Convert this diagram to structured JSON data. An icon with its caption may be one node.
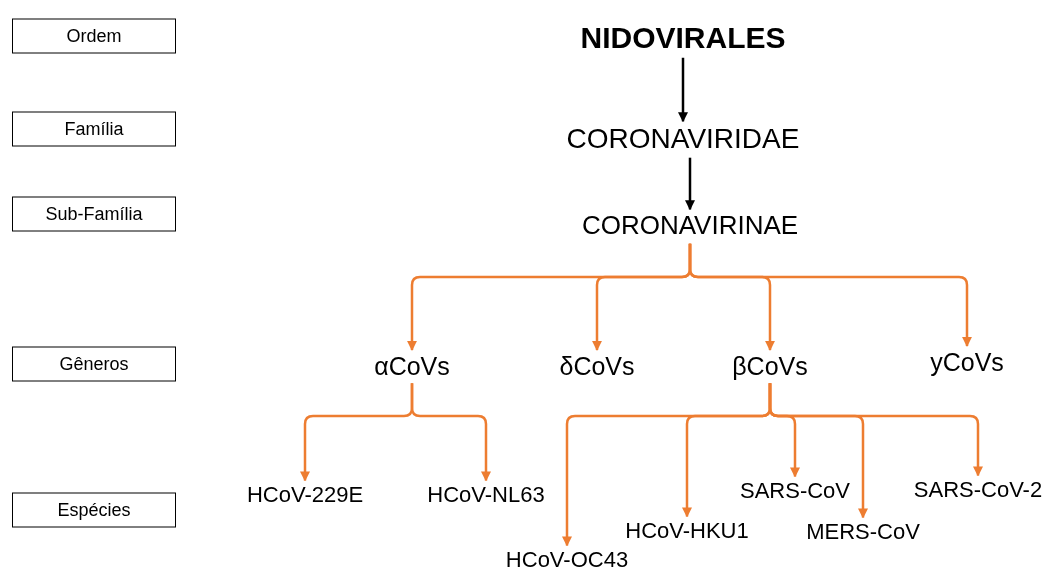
{
  "diagram": {
    "nodes": [
      {
        "text": [
          "Ordem"
        ]
      },
      {
        "text": [
          "Família"
        ]
      },
      {
        "text": [
          "Sub-Família"
        ]
      },
      {
        "text": [
          "Gêneros"
        ]
      },
      {
        "text": [
          "Espécies"
        ]
      },
      {
        "text": [
          "NIDOVIRALES"
        ]
      },
      {
        "text": [
          "CORONAVIRIDAE"
        ]
      },
      {
        "text": [
          "CORONAVIRINAE"
        ]
      },
      {
        "text": [
          "αCoVs"
        ]
      },
      {
        "text": [
          "δCoVs"
        ]
      },
      {
        "text": [
          "βCoVs"
        ]
      },
      {
        "text": [
          "yCoVs"
        ]
      },
      {
        "text": [
          "HCoV-229E"
        ]
      },
      {
        "text": [
          "HCoV-NL63"
        ]
      },
      {
        "text": [
          "HCoV-OC43"
        ]
      },
      {
        "text": [
          "HCoV-HKU1"
        ]
      },
      {
        "text": [
          "SARS-CoV"
        ]
      },
      {
        "text": [
          "MERS-CoV"
        ]
      },
      {
        "text": [
          "SARS-CoV-2"
        ]
      }
    ],
    "edges": [
      {
        "from": 5,
        "to": 6,
        "arrow": "to",
        "color": "#000000"
      },
      {
        "from": 6,
        "to": 7,
        "arrow": "to",
        "color": "#000000"
      },
      {
        "from": 7,
        "to": 8,
        "arrow": "to"
      },
      {
        "from": 7,
        "to": 9,
        "arrow": "to"
      },
      {
        "from": 7,
        "to": 10,
        "arrow": "to"
      },
      {
        "from": 7,
        "to": 11,
        "arrow": "to"
      },
      {
        "from": 8,
        "to": 12,
        "arrow": "to"
      },
      {
        "from": 8,
        "to": 13,
        "arrow": "to"
      },
      {
        "from": 10,
        "to": 14,
        "arrow": "to"
      },
      {
        "from": 10,
        "to": 15,
        "arrow": "to"
      },
      {
        "from": 10,
        "to": 16,
        "arrow": "to"
      },
      {
        "from": 10,
        "to": 17,
        "arrow": "to"
      },
      {
        "from": 10,
        "to": 18,
        "arrow": "to"
      }
    ]
  }
}
